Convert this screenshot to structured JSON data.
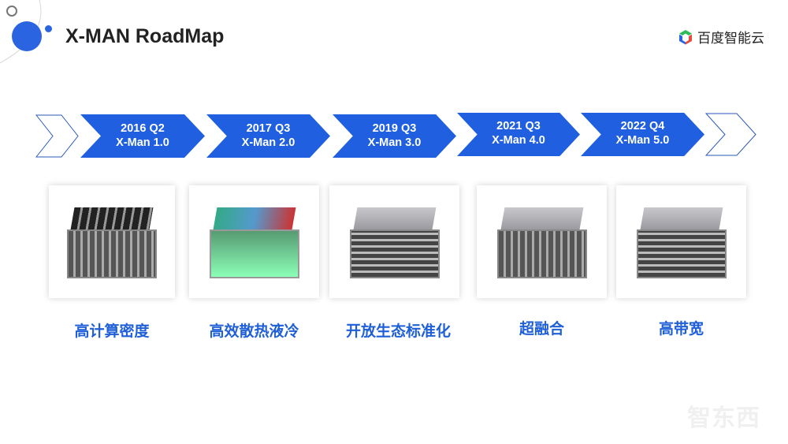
{
  "header": {
    "title": "X-MAN RoadMap",
    "brand": "百度智能云"
  },
  "colors": {
    "accent": "#1f5fe0",
    "label": "#1f5fd8"
  },
  "timeline": [
    {
      "date": "2016 Q2",
      "version": "X-Man 1.0"
    },
    {
      "date": "2017 Q3",
      "version": "X-Man 2.0"
    },
    {
      "date": "2019 Q3",
      "version": "X-Man 3.0"
    },
    {
      "date": "2021 Q3",
      "version": "X-Man 4.0"
    },
    {
      "date": "2022 Q4",
      "version": "X-Man 5.0"
    }
  ],
  "features": [
    "高计算密度",
    "高效散热液冷",
    "开放生态标准化",
    "超融合",
    "高带宽"
  ],
  "watermark": "智东西"
}
